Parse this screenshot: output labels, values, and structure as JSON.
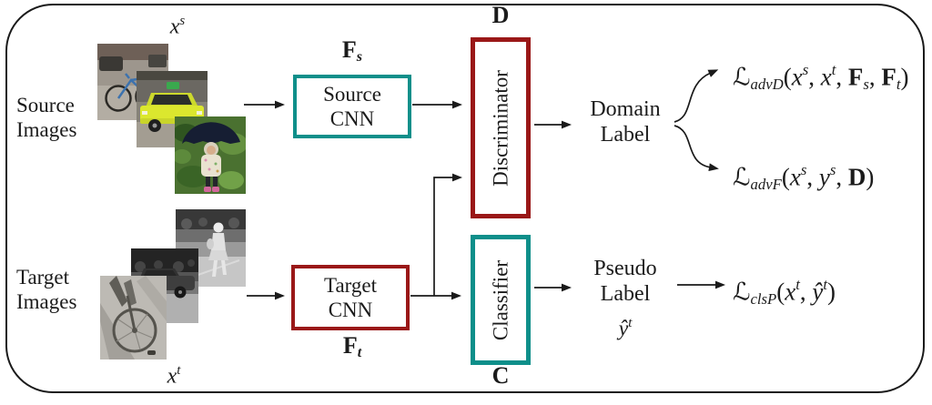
{
  "colors": {
    "teal": "#0E8F8A",
    "dark_red": "#9A1818",
    "ink": "#1b1b1b"
  },
  "left": {
    "source_label": [
      "Source",
      "Images"
    ],
    "target_label": [
      "Target",
      "Images"
    ],
    "source_photos": [
      "bicycle-street-photo",
      "yellow-taxi-photo",
      "girl-umbrella-photo"
    ],
    "target_photos": [
      "pedestrian-infrared-photo",
      "car-infrared-photo",
      "bicycle-infrared-photo"
    ]
  },
  "boxes": {
    "source_cnn": [
      "Source",
      "CNN"
    ],
    "target_cnn": [
      "Target",
      "CNN"
    ],
    "discriminator": "Discriminator",
    "classifier": "Classifier"
  },
  "outputs": {
    "domain_label": [
      "Domain",
      "Label"
    ],
    "pseudo_label": [
      "Pseudo",
      "Label"
    ]
  },
  "math": {
    "xs": [
      {
        "t": "x",
        "s": "it"
      },
      {
        "t": "s",
        "s": "sup"
      }
    ],
    "xt": [
      {
        "t": "x",
        "s": "it"
      },
      {
        "t": "t",
        "s": "sup"
      }
    ],
    "Fs": [
      {
        "t": "F",
        "s": "b"
      },
      {
        "t": "s",
        "s": "sub"
      }
    ],
    "Ft": [
      {
        "t": "F",
        "s": "b"
      },
      {
        "t": "t",
        "s": "sub"
      }
    ],
    "D": [
      {
        "t": "D",
        "s": "b"
      }
    ],
    "C": [
      {
        "t": "C",
        "s": "b"
      }
    ],
    "yhat_t": [
      {
        "t": "ŷ",
        "s": "it"
      },
      {
        "t": "t",
        "s": "sup"
      }
    ],
    "loss_advD": [
      {
        "t": "ℒ",
        "s": "cal"
      },
      {
        "t": "advD",
        "s": "sub"
      },
      {
        "t": "(",
        "s": "plain"
      },
      {
        "t": "x",
        "s": "it"
      },
      {
        "t": "s",
        "s": "sup"
      },
      {
        "t": ", ",
        "s": "plain"
      },
      {
        "t": "x",
        "s": "it"
      },
      {
        "t": "t",
        "s": "sup"
      },
      {
        "t": ", ",
        "s": "plain"
      },
      {
        "t": "F",
        "s": "b"
      },
      {
        "t": "s",
        "s": "sub"
      },
      {
        "t": ", ",
        "s": "plain"
      },
      {
        "t": "F",
        "s": "b"
      },
      {
        "t": "t",
        "s": "sub"
      },
      {
        "t": ")",
        "s": "plain"
      }
    ],
    "loss_advF": [
      {
        "t": "ℒ",
        "s": "cal"
      },
      {
        "t": "advF",
        "s": "sub"
      },
      {
        "t": "(",
        "s": "plain"
      },
      {
        "t": "x",
        "s": "it"
      },
      {
        "t": "s",
        "s": "sup"
      },
      {
        "t": ", ",
        "s": "plain"
      },
      {
        "t": "y",
        "s": "it"
      },
      {
        "t": "s",
        "s": "sup"
      },
      {
        "t": ", ",
        "s": "plain"
      },
      {
        "t": "D",
        "s": "b"
      },
      {
        "t": ")",
        "s": "plain"
      }
    ],
    "loss_clsP": [
      {
        "t": "ℒ",
        "s": "cal"
      },
      {
        "t": "clsP",
        "s": "sub"
      },
      {
        "t": "(",
        "s": "plain"
      },
      {
        "t": "x",
        "s": "it"
      },
      {
        "t": "t",
        "s": "sup"
      },
      {
        "t": ", ",
        "s": "plain"
      },
      {
        "t": "ŷ",
        "s": "it"
      },
      {
        "t": "t",
        "s": "sup"
      },
      {
        "t": ")",
        "s": "plain"
      }
    ]
  }
}
